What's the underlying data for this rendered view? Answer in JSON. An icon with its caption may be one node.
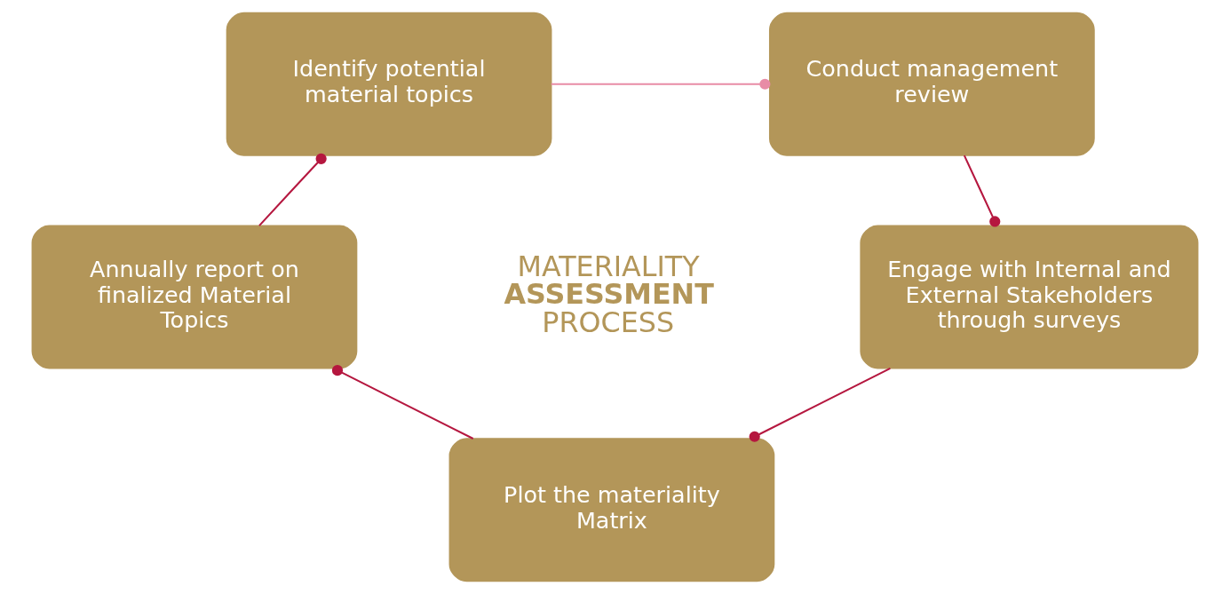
{
  "diagram": {
    "nodes": [
      {
        "text": [
          "Identify potential material topics"
        ]
      },
      {
        "text": [
          "Conduct management review"
        ]
      },
      {
        "text": [
          "Annually report on finalized Material Topics"
        ]
      },
      {
        "text": [
          "Engage with Internal and External Stakeholders through surveys"
        ]
      },
      {
        "text": [
          "Plot the materiality Matrix"
        ]
      }
    ],
    "edges": [
      {
        "from": 0,
        "to": 1,
        "arrow": "other",
        "color": "#e88ca6"
      },
      {
        "from": 1,
        "to": 3,
        "arrow": "other"
      },
      {
        "from": 3,
        "to": 4,
        "arrow": "other"
      },
      {
        "from": 4,
        "to": 2,
        "arrow": "other"
      },
      {
        "from": 2,
        "to": 0,
        "arrow": "other"
      }
    ],
    "labels": [
      "MATERIALITY **ASSESSMENT** PROCESS"
    ]
  }
}
